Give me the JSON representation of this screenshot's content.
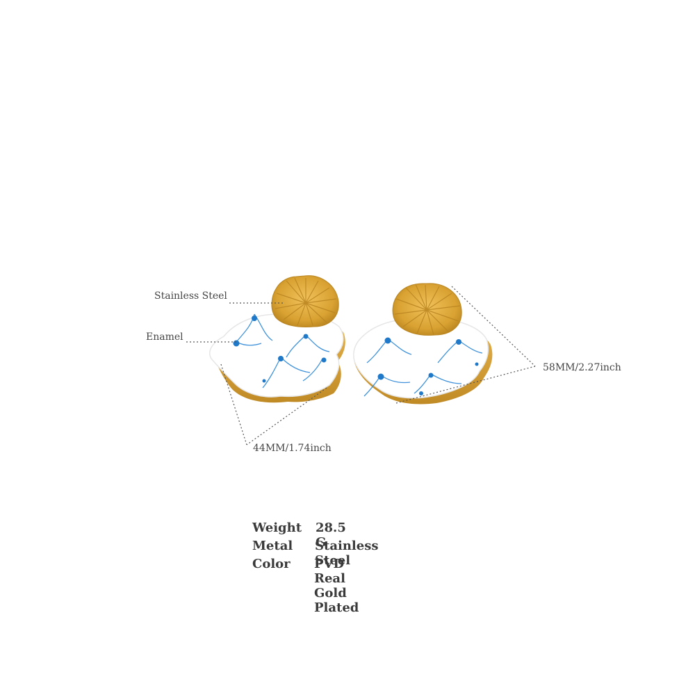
{
  "callouts": {
    "stainless_steel": "Stainless Steel",
    "enamel": "Enamel",
    "width": "58MM/2.27inch",
    "height": "44MM/1.74inch"
  },
  "specs": [
    {
      "key": "Weight",
      "value": "28.5 G"
    },
    {
      "key": "Metal",
      "value": "Stainless Steel"
    },
    {
      "key": "Color",
      "value": "PVD Real Gold Plated"
    }
  ],
  "colors": {
    "gold": "#d9a232",
    "gold_dark": "#b9841f",
    "enamel_white": "#ffffff",
    "enamel_blue": "#2a86d6",
    "leader_line": "#555555"
  }
}
